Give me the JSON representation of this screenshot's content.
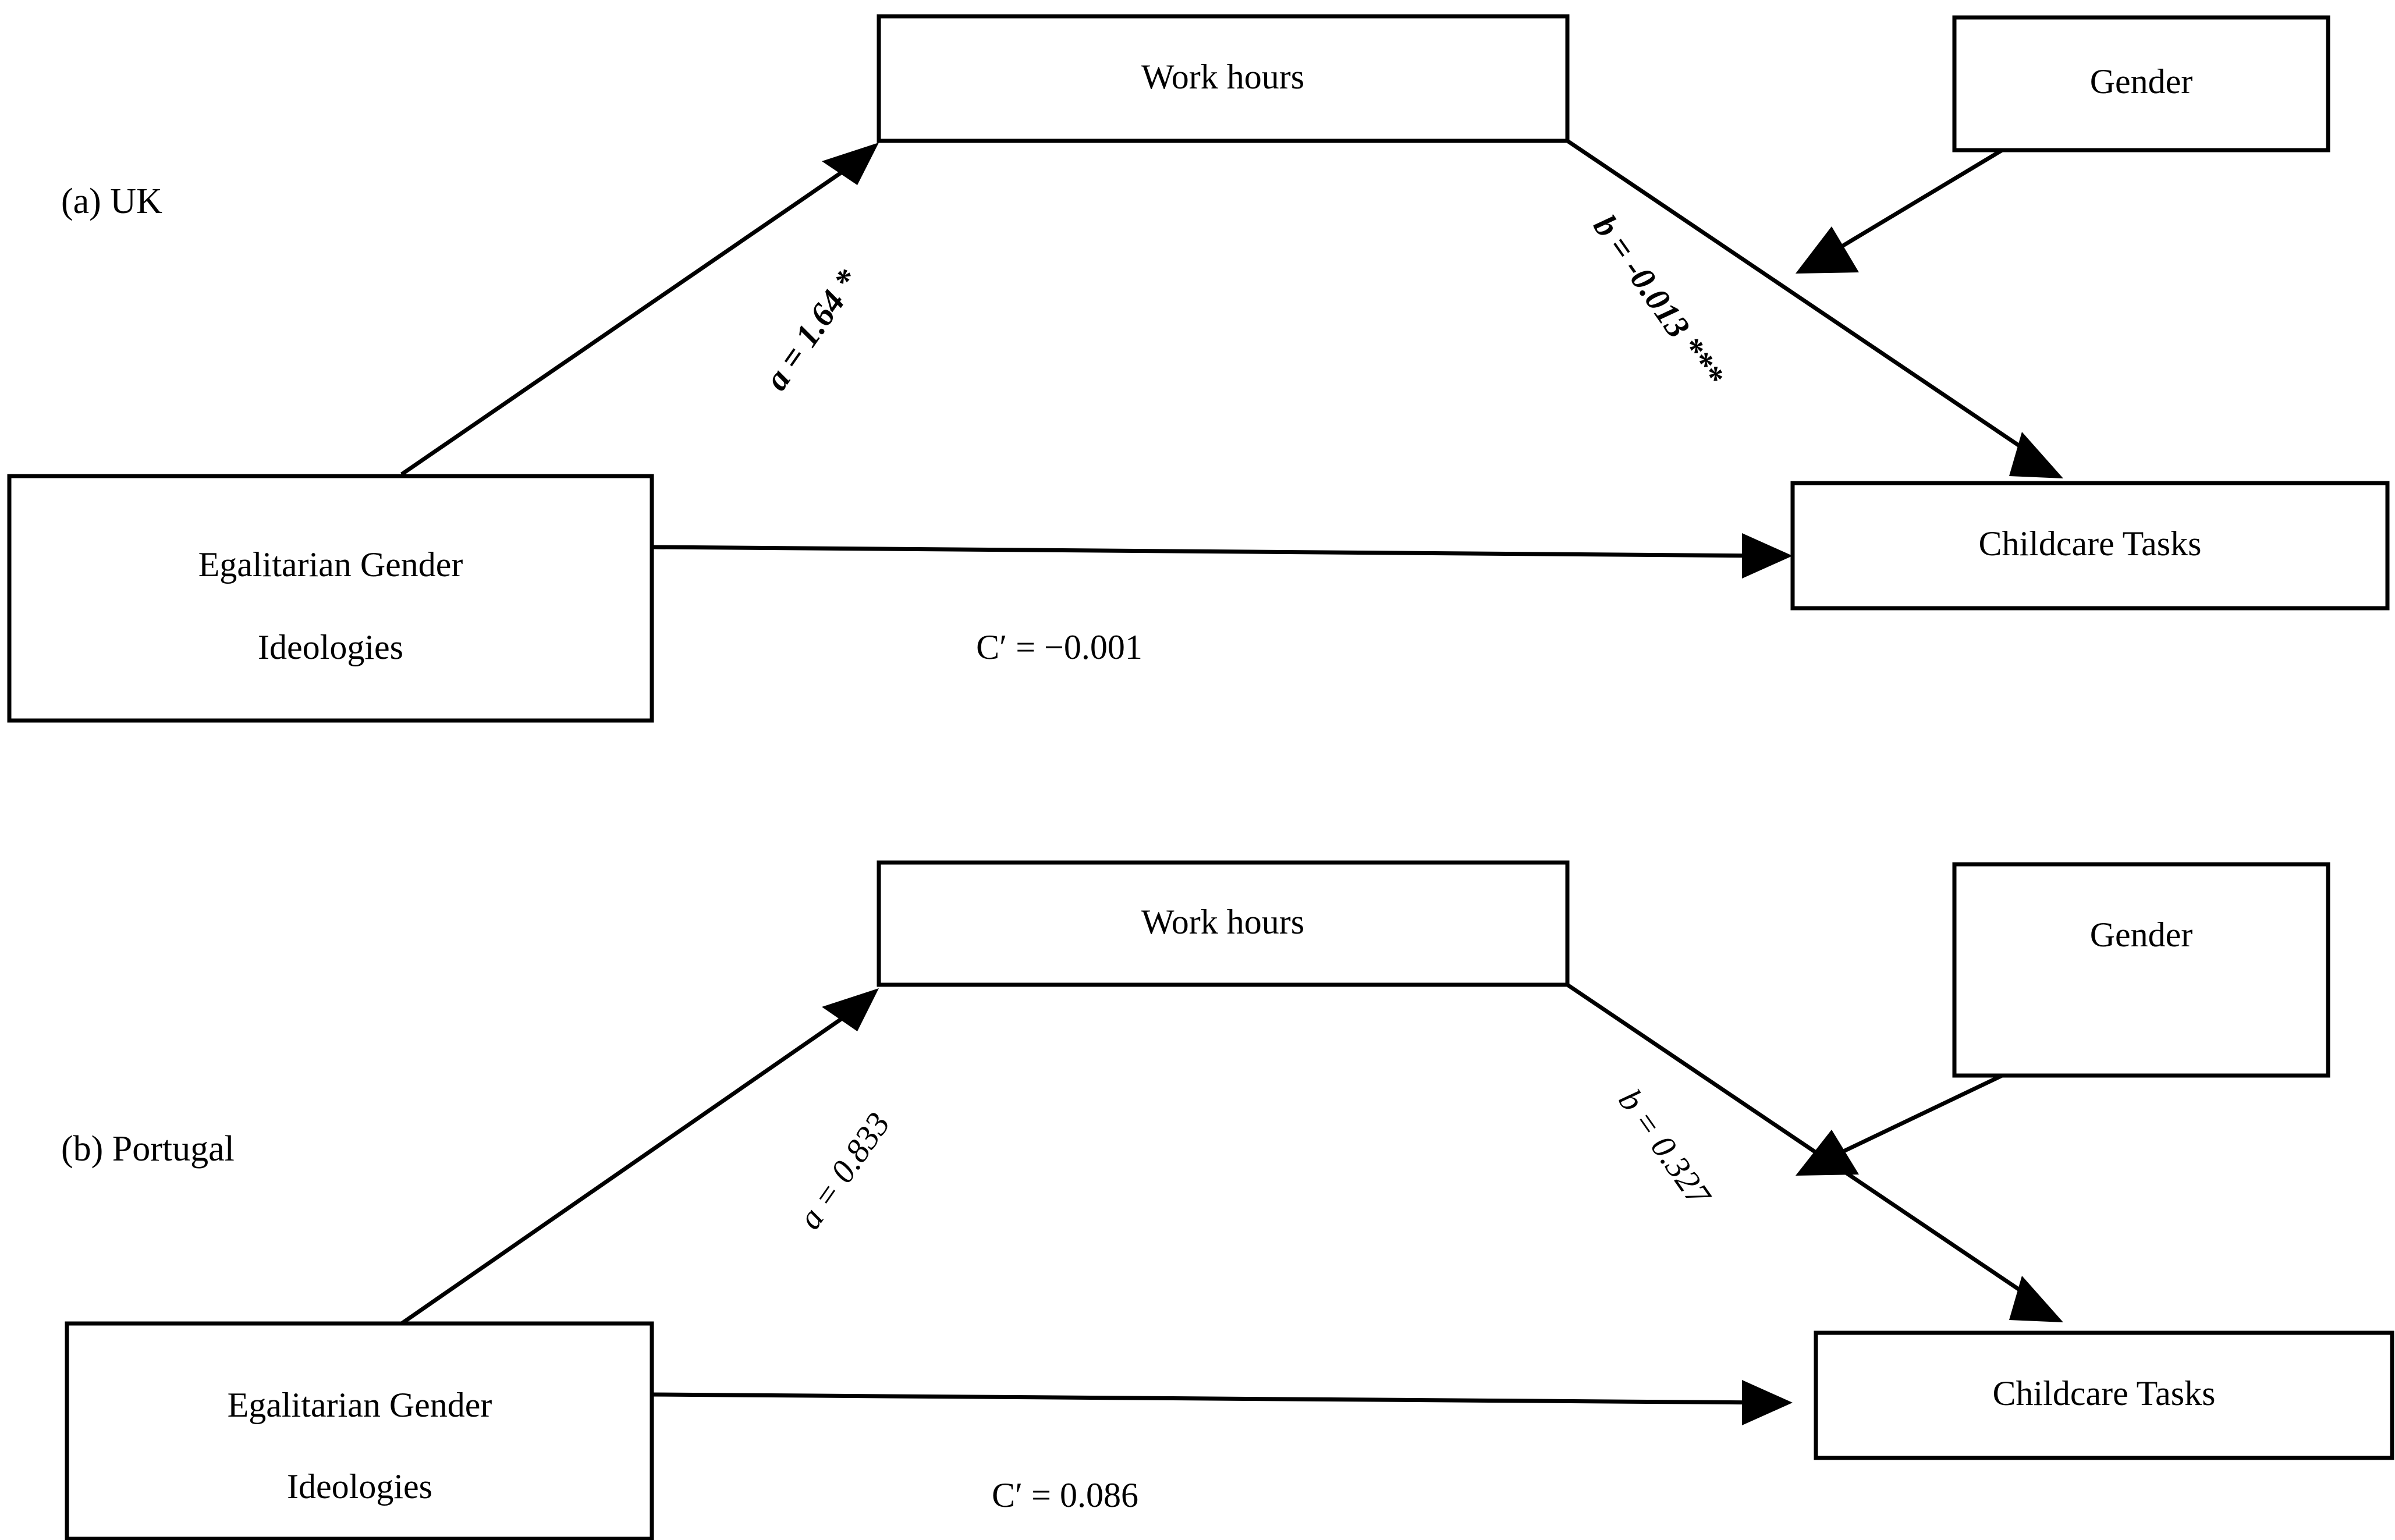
{
  "figure": {
    "type": "mediation-path-diagram",
    "background": "#ffffff",
    "line_color": "#000000",
    "text_color": "#000000"
  },
  "panels": [
    {
      "key": "uk",
      "label": "(a) UK",
      "nodes": {
        "mediator": "Work hours",
        "moderator": "Gender",
        "predictor_line1": "Egalitarian Gender",
        "predictor_line2": "Ideologies",
        "outcome": "Childcare Tasks"
      },
      "paths": {
        "a": "a = 1.64 *",
        "b": "b = -0.013 ***",
        "c_prime": "C′ = −0.001"
      }
    },
    {
      "key": "portugal",
      "label": "(b) Portugal",
      "nodes": {
        "mediator": "Work hours",
        "moderator": "Gender",
        "predictor_line1": "Egalitarian Gender",
        "predictor_line2": "Ideologies",
        "outcome": "Childcare Tasks"
      },
      "paths": {
        "a": "a = 0.833",
        "b": "b = 0.327",
        "c_prime": "C′ = 0.086"
      }
    }
  ]
}
